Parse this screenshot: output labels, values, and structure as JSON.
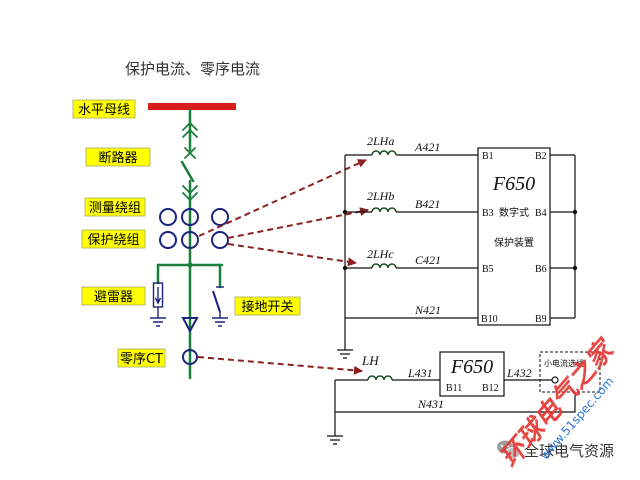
{
  "title": "保护电流、零序电流",
  "labels": {
    "busbar": "水平母线",
    "breaker": "断路器",
    "measure_winding": "测量绕组",
    "protect_winding": "保护绕组",
    "arrester": "避雷器",
    "earthing_switch": "接地开关",
    "zero_ct": "零序CT"
  },
  "protection_circuit": {
    "coils": [
      "2LHa",
      "2LHb",
      "2LHc"
    ],
    "wires": [
      "A421",
      "B421",
      "C421",
      "N421"
    ],
    "device": {
      "model": "F650",
      "desc": [
        "数字式",
        "保护装置"
      ],
      "terminals_left": [
        "B1",
        "B3",
        "B5",
        "B10"
      ],
      "terminals_right": [
        "B2",
        "B4",
        "B6",
        "B9"
      ]
    }
  },
  "zero_sequence_circuit": {
    "coil": "LH",
    "wires": [
      "L431",
      "L432",
      "N431"
    ],
    "device": {
      "model": "F650",
      "terminals": [
        "B11",
        "B12"
      ]
    },
    "selector_label": "小电流选线"
  },
  "watermark": {
    "brand": "环球电气之家",
    "url": "www.51spec.com",
    "footer": "全球电气资源"
  },
  "icons": {
    "footer_icon": "wechat-icon"
  },
  "colors": {
    "label_fill": "#FFFF00",
    "busbar": "#D81B1B",
    "main_line": "#1B7F3B",
    "ct": "#1A237E",
    "arrow": "#8B2020",
    "wiring": "#111111",
    "coil": "#1E4D2B",
    "watermark_brand": "#E53935",
    "watermark_url": "#1E6FD9"
  }
}
